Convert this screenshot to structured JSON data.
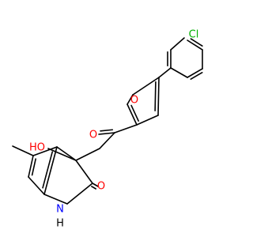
{
  "molecule": {
    "colors": {
      "carbon_bond": "#000000",
      "oxygen": "#ff0000",
      "nitrogen": "#0000ff",
      "chlorine": "#00b000",
      "hydrogen": "#000000",
      "background": "#ffffff"
    },
    "labels": {
      "chlorine": "Cl",
      "furan_oxygen": "O",
      "ketone_oxygen": "O",
      "hydroxyl": "HO",
      "lactam_oxygen": "O",
      "amine": "N",
      "amine_hydrogen": "H"
    }
  }
}
